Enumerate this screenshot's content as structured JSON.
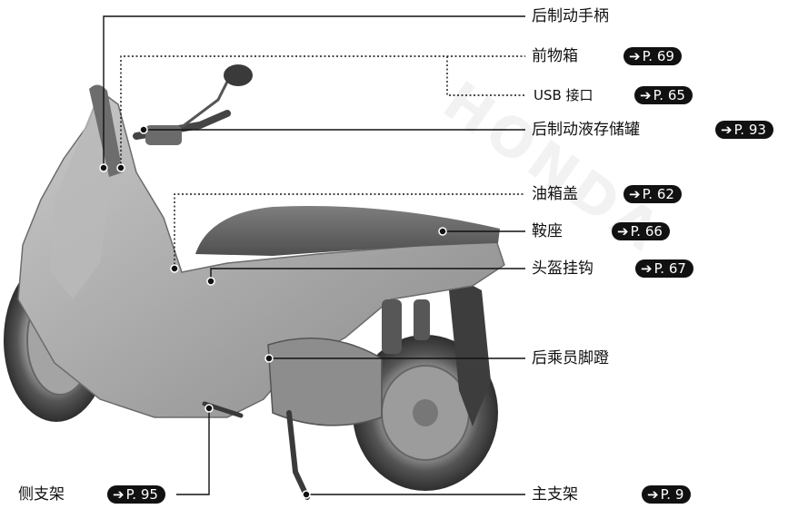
{
  "watermark": "HONDA",
  "labels": {
    "rear_brake_lever": "后制动手柄",
    "front_storage": "前物箱",
    "usb_port": "USB 接口",
    "rear_brake_reservoir": "后制动液存储罐",
    "fuel_cap": "油箱盖",
    "seat": "鞍座",
    "helmet_hook": "头盔挂钩",
    "passenger_footpeg": "后乘员脚蹬",
    "side_stand": "侧支架",
    "main_stand": "主支架"
  },
  "refs": {
    "front_storage": "P. 69",
    "usb_port": "P. 65",
    "rear_brake_reservoir": "P. 93",
    "fuel_cap": "P. 62",
    "seat": "P. 66",
    "helmet_hook": "P. 67",
    "side_stand": "P. 95",
    "main_stand": "P. 9"
  }
}
